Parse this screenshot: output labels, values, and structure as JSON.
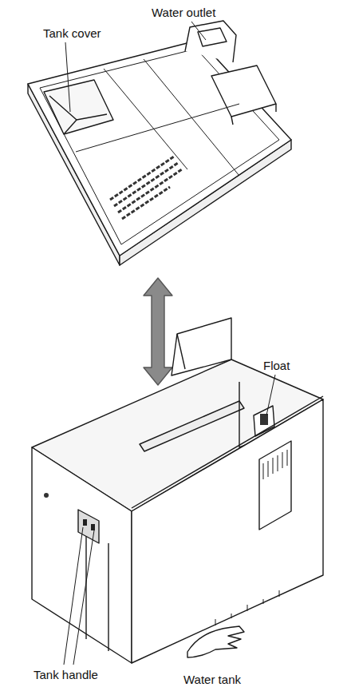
{
  "diagram": {
    "labels": [
      "Water outlet",
      "Tank cover",
      "Float",
      "Tank handle",
      "Water tank"
    ]
  }
}
